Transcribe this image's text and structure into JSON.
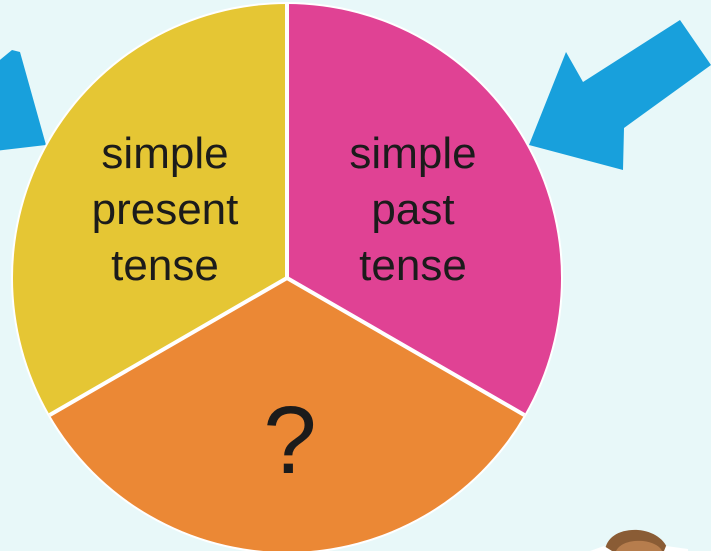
{
  "colors": {
    "background": "#e8f8f9",
    "arrow": "#18a0dc",
    "segment_present": "#e5c634",
    "segment_past": "#e04294",
    "segment_unknown": "#eb8835",
    "divider": "#ffffff",
    "text": "#1b1b1b"
  },
  "wheel": {
    "segments": [
      {
        "key": "present",
        "lines": [
          "simple",
          "present",
          "tense"
        ]
      },
      {
        "key": "past",
        "lines": [
          "simple",
          "past",
          "tense"
        ]
      },
      {
        "key": "unknown",
        "lines": [
          "?"
        ]
      }
    ]
  },
  "decorations": {
    "left_arrow_icon": "arrow-pointing-right",
    "right_arrow_icon": "arrow-pointing-left",
    "corner_character": "cartoon-character-head"
  }
}
